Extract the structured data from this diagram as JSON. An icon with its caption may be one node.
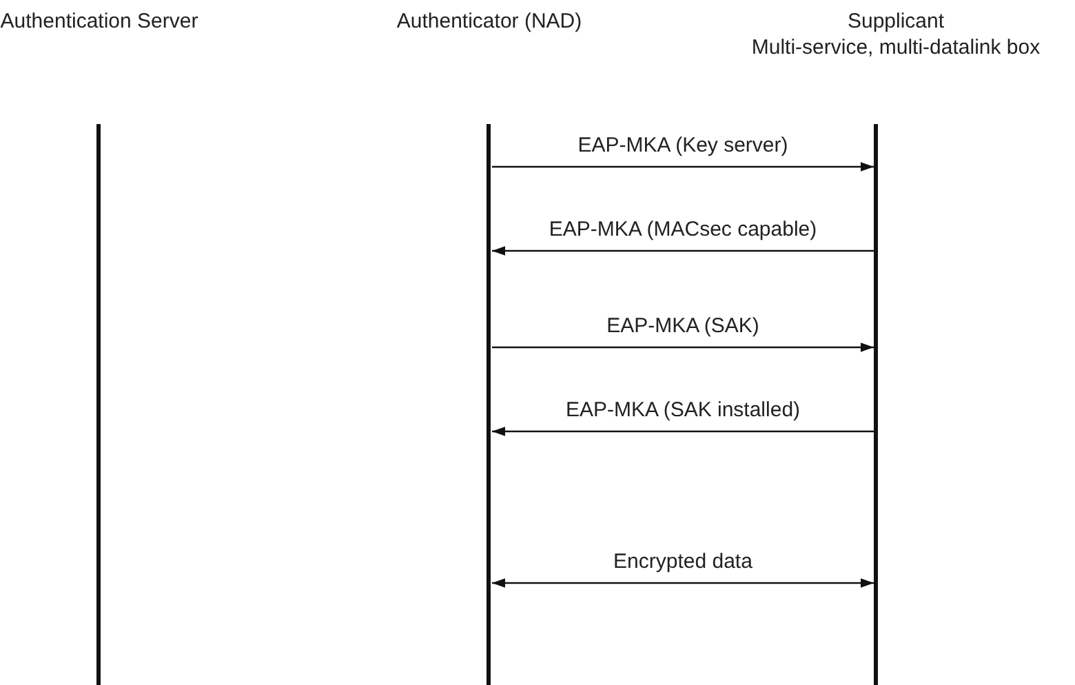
{
  "diagram": {
    "nodes": [
      {
        "text": [
          "Authentication Server"
        ]
      },
      {
        "text": [
          "Authenticator (NAD)"
        ]
      },
      {
        "text": [
          "Supplicant",
          "Multi-service, multi-datalink box"
        ]
      }
    ],
    "edges": [
      {
        "from": 1,
        "to": 2,
        "arrow": "to",
        "label": "EAP-MKA (Key server)"
      },
      {
        "from": 2,
        "to": 1,
        "arrow": "to",
        "label": "EAP-MKA (MACsec capable)"
      },
      {
        "from": 1,
        "to": 2,
        "arrow": "to",
        "label": "EAP-MKA (SAK)"
      },
      {
        "from": 2,
        "to": 1,
        "arrow": "to",
        "label": "EAP-MKA (SAK installed)"
      },
      {
        "from": 1,
        "to": 2,
        "arrow": "both",
        "label": "Encrypted data"
      }
    ]
  }
}
